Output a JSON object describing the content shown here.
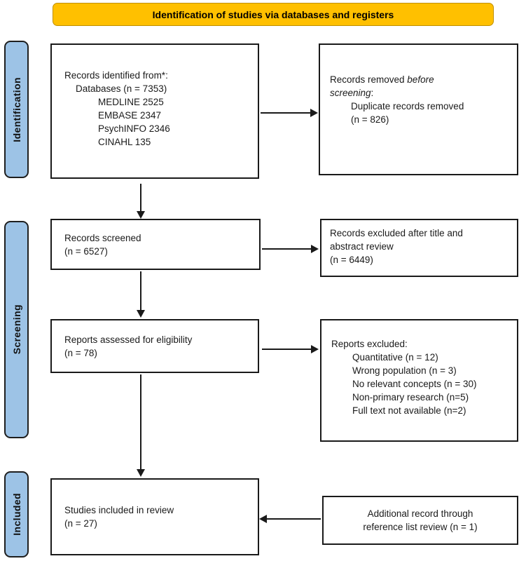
{
  "header": {
    "title": "Identification of studies via databases and registers"
  },
  "colors": {
    "header_bg": "#FFC000",
    "stage_bg": "#9DC3E6",
    "box_border": "#1a1a1a",
    "background": "#ffffff"
  },
  "stages": {
    "identification": "Identification",
    "screening": "Screening",
    "included": "Included"
  },
  "boxes": {
    "identified": {
      "line1": "Records identified from*:",
      "line2": "Databases (n = 7353)",
      "line3": "MEDLINE 2525",
      "line4": "EMBASE 2347",
      "line5": "PsychINFO 2346",
      "line6": "CINAHL 135"
    },
    "removed": {
      "line1_normal": "Records removed ",
      "line1_italic": "before",
      "line2_italic": "screening",
      "line2_normal": ":",
      "line3": "Duplicate records removed",
      "line4": "(n = 826)"
    },
    "screened": {
      "line1": "Records screened",
      "line2": "(n = 6527)"
    },
    "excluded_title_abstract": {
      "line1": "Records excluded after title and",
      "line2": "abstract review",
      "line3": "(n = 6449)"
    },
    "assessed": {
      "line1": "Reports assessed for eligibility",
      "line2": "(n = 78)"
    },
    "reports_excluded": {
      "line1": "Reports excluded:",
      "line2": "Quantitative (n = 12)",
      "line3": "Wrong population (n = 3)",
      "line4": "No relevant concepts (n = 30)",
      "line5": "Non-primary research (n=5)",
      "line6": "Full text not available (n=2)"
    },
    "included": {
      "line1": "Studies included in review",
      "line2": "(n = 27)"
    },
    "additional": {
      "line1": "Additional record through",
      "line2": "reference list review (n = 1)"
    }
  }
}
